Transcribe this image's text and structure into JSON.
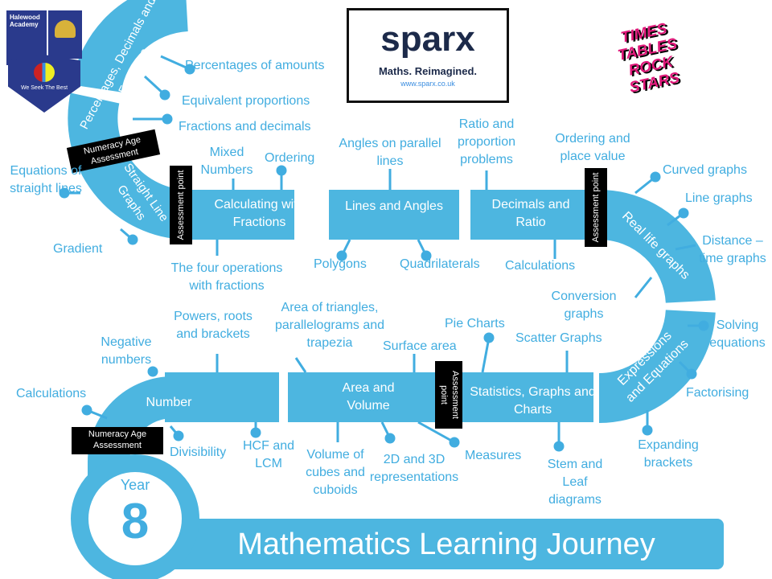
{
  "logos": {
    "school": {
      "name": "Halewood Academy",
      "motto": "We Seek The Best"
    },
    "sparx": {
      "wordmark": "sparx",
      "tagline": "Maths. Reimagined.",
      "url": "www.sparx.co.uk"
    },
    "ttrs": {
      "line1": "TIMES",
      "line2": "TABLES",
      "line3": "ROCK",
      "line4": "STARS"
    }
  },
  "colors": {
    "accent": "#4db6e0",
    "text": "#41ade0",
    "marker": "#000000"
  },
  "title": {
    "year_label": "Year",
    "year_number": "8",
    "heading": "Mathematics Learning Journey"
  },
  "units": {
    "percentages": "Percentages, Decimals and Fractions",
    "straight_line": "Straight Line Graphs",
    "calc_fractions": "Calculating with Fractions",
    "lines_angles": "Lines and Angles",
    "decimals_ratio": "Decimals and Ratio",
    "real_life": "Real life graphs",
    "expressions": "Expressions and Equations",
    "statistics": "Statistics, Graphs and Charts",
    "area_volume": "Area and Volume",
    "number": "Number"
  },
  "markers": {
    "numeracy_top": "Numeracy Age Assessment",
    "numeracy_bottom": "Numeracy Age Assessment",
    "assessment_1": "Assessment point",
    "assessment_2": "Assessment point",
    "assessment_3": "Assessment point"
  },
  "topics": {
    "percentages_of_amounts": "Percentages of amounts",
    "equivalent_proportions": "Equivalent proportions",
    "fractions_decimals": "Fractions and decimals",
    "equations_lines": "Equations of straight lines",
    "gradient": "Gradient",
    "mixed_numbers": "Mixed Numbers",
    "ordering": "Ordering",
    "four_operations": "The four operations with fractions",
    "angles_parallel": "Angles on parallel lines",
    "polygons": "Polygons",
    "quadrilaterals": "Quadrilaterals",
    "ratio_problems": "Ratio and proportion problems",
    "ordering_place": "Ordering and place value",
    "calculations_top": "Calculations",
    "curved_graphs": "Curved graphs",
    "line_graphs": "Line graphs",
    "distance_time": "Distance – time graphs",
    "conversion_graphs": "Conversion graphs",
    "solving_equations": "Solving equations",
    "factorising": "Factorising",
    "expanding_brackets": "Expanding brackets",
    "pie_charts": "Pie Charts",
    "scatter_graphs": "Scatter Graphs",
    "stem_leaf": "Stem and Leaf diagrams",
    "measures": "Measures",
    "surface_area": "Surface area",
    "area_triangles": "Area of triangles, parallelograms and trapezia",
    "representations": "2D and 3D representations",
    "volume_cubes": "Volume of cubes and cuboids",
    "hcf_lcm": "HCF and LCM",
    "powers_roots": "Powers, roots and brackets",
    "negative_numbers": "Negative numbers",
    "calculations_bottom": "Calculations",
    "divisibility": "Divisibility"
  }
}
